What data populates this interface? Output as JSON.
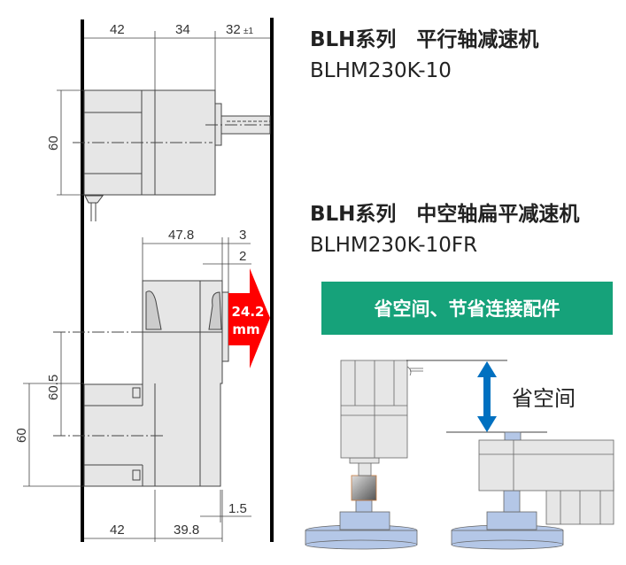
{
  "products": [
    {
      "title": "BLH系列　平行轴减速机",
      "model": "BLHM230K-10"
    },
    {
      "title": "BLH系列　中空轴扁平减速机",
      "model": "BLHM230K-10FR"
    }
  ],
  "banner": "省空间、节省连接配件",
  "space_saving_label": "省空间",
  "reduction": {
    "value": "24.2",
    "unit": "mm"
  },
  "dimensions": {
    "top": {
      "d42": "42",
      "d34": "34",
      "d32": "32",
      "d32_tol": "±1",
      "height": "60"
    },
    "bottom": {
      "d47_8": "47.8",
      "d3": "3",
      "d2": "2",
      "d60_5": "60.5",
      "height": "60",
      "d42": "42",
      "d39_8": "39.8",
      "d1_5": "1.5"
    }
  },
  "colors": {
    "banner": "#16a27a",
    "arrow_red": "#ff0000",
    "arrow_blue": "#0070c0",
    "part_gray": "#e6e6e6",
    "base_blue": "#b4c7e7"
  }
}
